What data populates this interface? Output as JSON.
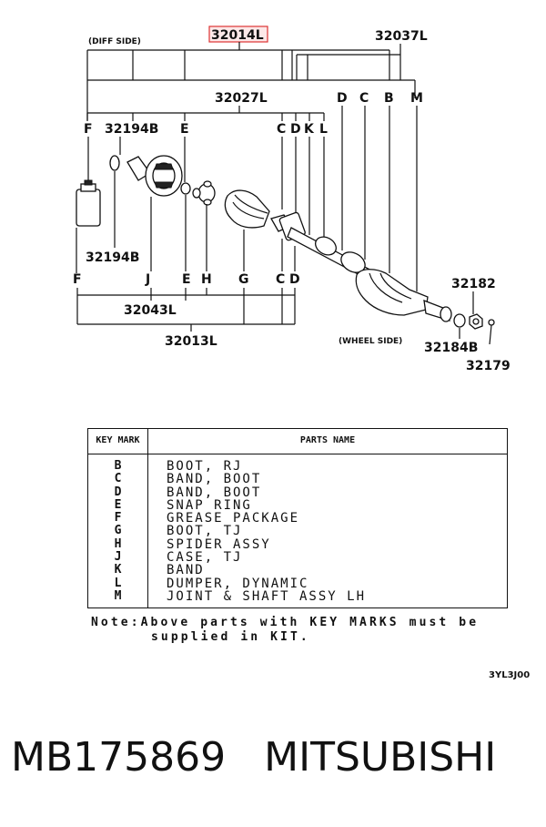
{
  "diagram": {
    "labels": {
      "diff_side": "(DIFF SIDE)",
      "wheel_side": "(WHEEL SIDE)",
      "p32014L": "32014L",
      "p32037L": "32037L",
      "p32027L": "32027L",
      "p32194B_top": "32194B",
      "p32194B_bottom": "32194B",
      "p32043L": "32043L",
      "p32013L": "32013L",
      "p32182": "32182",
      "p32184B": "32184B",
      "p32179": "32179",
      "top_keys": [
        "D",
        "C",
        "B",
        "M"
      ],
      "mid_keys": [
        "F",
        "E",
        "C",
        "D",
        "K",
        "L"
      ],
      "bottom_keys": [
        "F",
        "J",
        "E",
        "H",
        "G",
        "C",
        "D"
      ]
    },
    "highlight_color": "#dd3333"
  },
  "table": {
    "header_key": "KEY MARK",
    "header_name": "PARTS NAME",
    "rows": [
      {
        "key": "B",
        "name": "BOOT, RJ"
      },
      {
        "key": "C",
        "name": "BAND, BOOT"
      },
      {
        "key": "D",
        "name": "BAND, BOOT"
      },
      {
        "key": "E",
        "name": "SNAP RING"
      },
      {
        "key": "F",
        "name": "GREASE PACKAGE"
      },
      {
        "key": "G",
        "name": "BOOT, TJ"
      },
      {
        "key": "H",
        "name": "SPIDER ASSY"
      },
      {
        "key": "J",
        "name": "CASE, TJ"
      },
      {
        "key": "K",
        "name": "BAND"
      },
      {
        "key": "L",
        "name": "DUMPER, DYNAMIC"
      },
      {
        "key": "M",
        "name": "JOINT & SHAFT ASSY LH"
      }
    ]
  },
  "note": {
    "line1": "Note:Above parts with KEY MARKS must be",
    "line2": "supplied in KIT."
  },
  "figure_code": "3YL3J00",
  "footer": {
    "part_number": "MB175869",
    "brand": "MITSUBISHI"
  }
}
